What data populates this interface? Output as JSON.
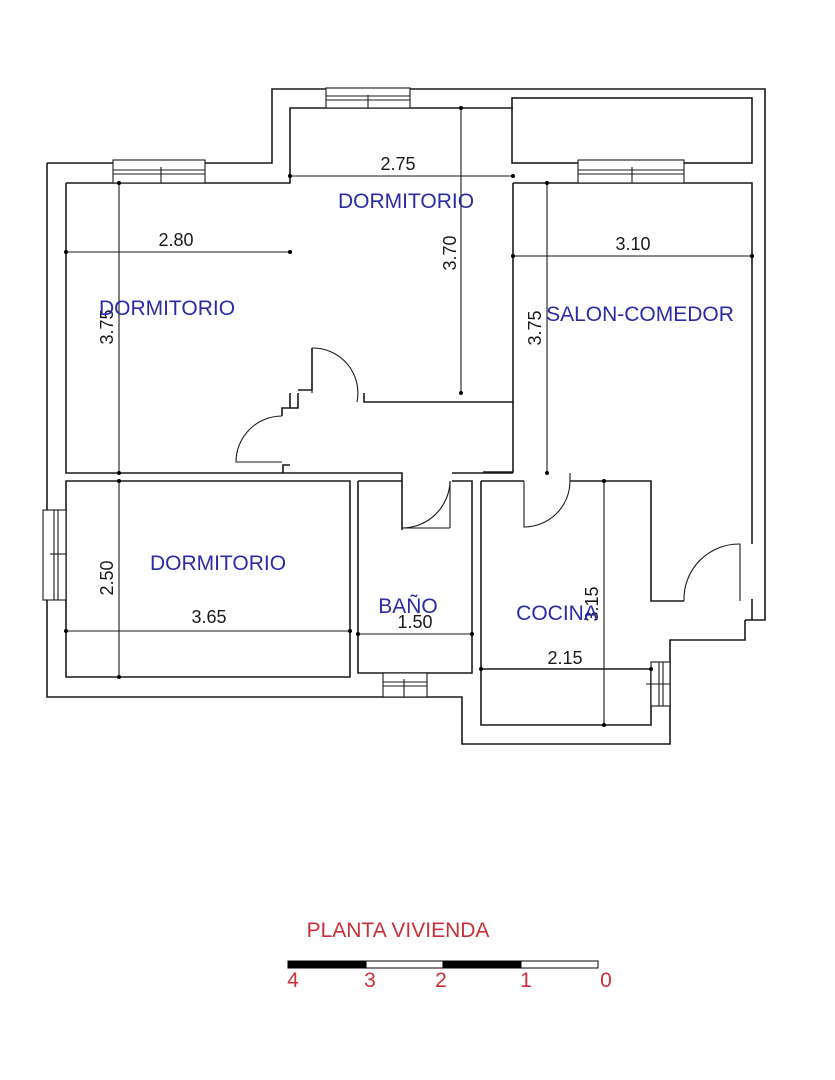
{
  "rooms": {
    "dormitorio_top": "DORMITORIO",
    "dormitorio_left": "DORMITORIO",
    "dormitorio_bottom": "DORMITORIO",
    "salon_comedor": "SALON-COMEDOR",
    "bano": "BAÑO",
    "cocina": "COCINA"
  },
  "dimensions": {
    "dorm_top_width": "2.75",
    "dorm_top_depth": "3.70",
    "dorm_left_width": "2.80",
    "dorm_left_depth": "3.75",
    "salon_width": "3.10",
    "salon_depth": "3.75",
    "dorm_bottom_width": "3.65",
    "dorm_bottom_depth": "2.50",
    "bano_width": "1.50",
    "cocina_width": "2.15",
    "cocina_depth": "3.15"
  },
  "title": "PLANTA VIVIENDA",
  "scale": {
    "labels": [
      "4",
      "3",
      "2",
      "1",
      "0"
    ]
  },
  "colors": {
    "room_text": "#2b2ba8",
    "title_text": "#c8313a",
    "lines": "#1a1a1a"
  }
}
